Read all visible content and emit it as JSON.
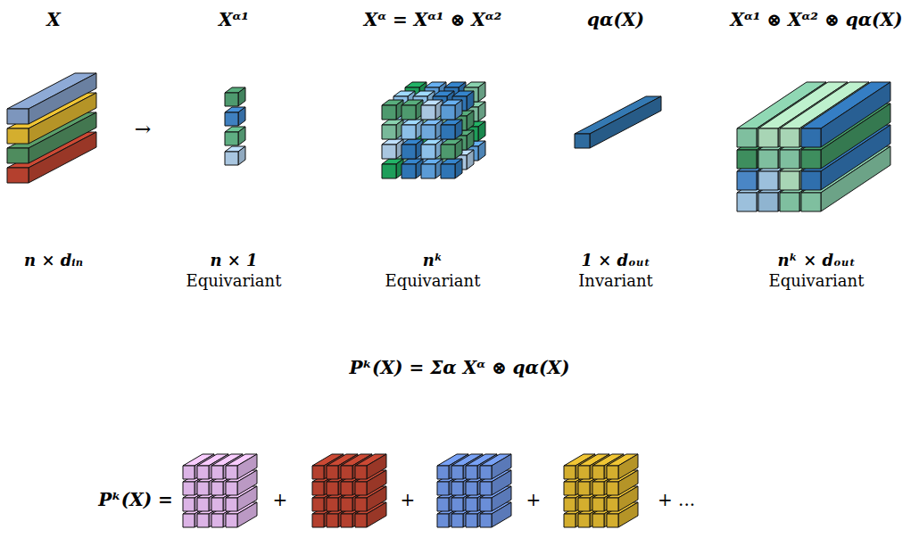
{
  "diagram": {
    "labels": [
      "X",
      "Xᵅ¹",
      "Xᵅ = Xᵅ¹ ⊗ Xᵅ²",
      "qα(X)",
      "Xᵅ¹ ⊗ Xᵅ² ⊗ qα(X)",
      "→",
      "n × dᵢₙ",
      "n × 1",
      "Equivariant",
      "nᵏ",
      "Equivariant",
      "1 × dₒᵤₜ",
      "Invariant",
      "nᵏ × dₒᵤₜ",
      "Equivariant",
      "Pᵏ(X) = Σα Xᵅ ⊗ qα(X)",
      "Pᵏ(X) =",
      "+",
      "+",
      "+",
      "+ ..."
    ]
  }
}
